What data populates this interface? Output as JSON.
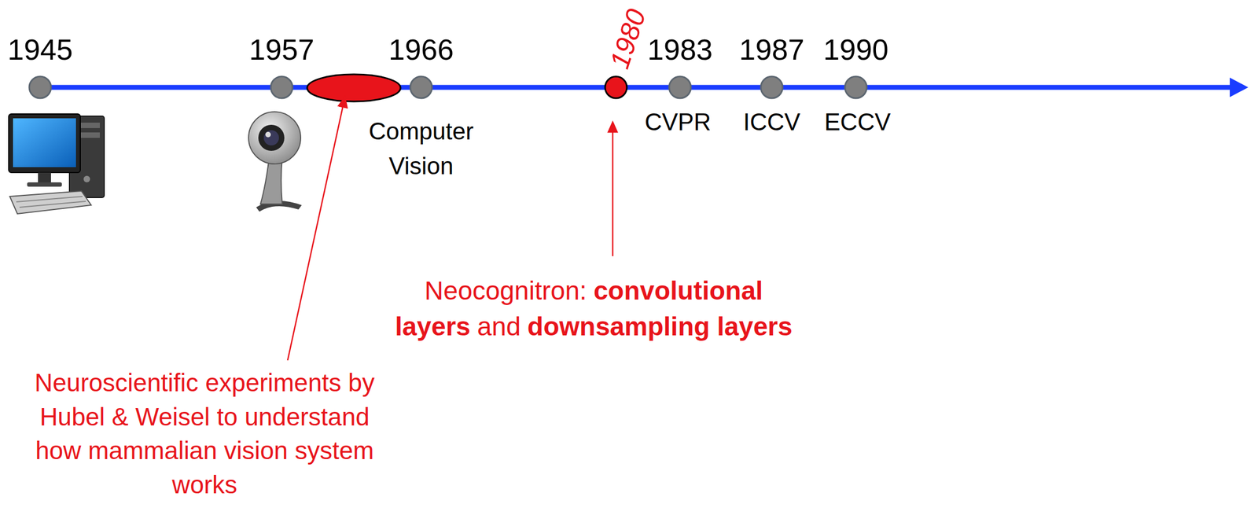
{
  "diagram": {
    "labels": [
      "1945",
      "1957",
      "1966",
      "1980",
      "1983",
      "1987",
      "1990",
      "Computer Vision",
      "CVPR",
      "ICCV",
      "ECCV",
      "Neocognitron:",
      "convolutional",
      "layers",
      "and",
      "downsampling layers",
      "Neuroscientific experiments by Hubel & Weisel to understand how mammalian vision system works"
    ]
  }
}
